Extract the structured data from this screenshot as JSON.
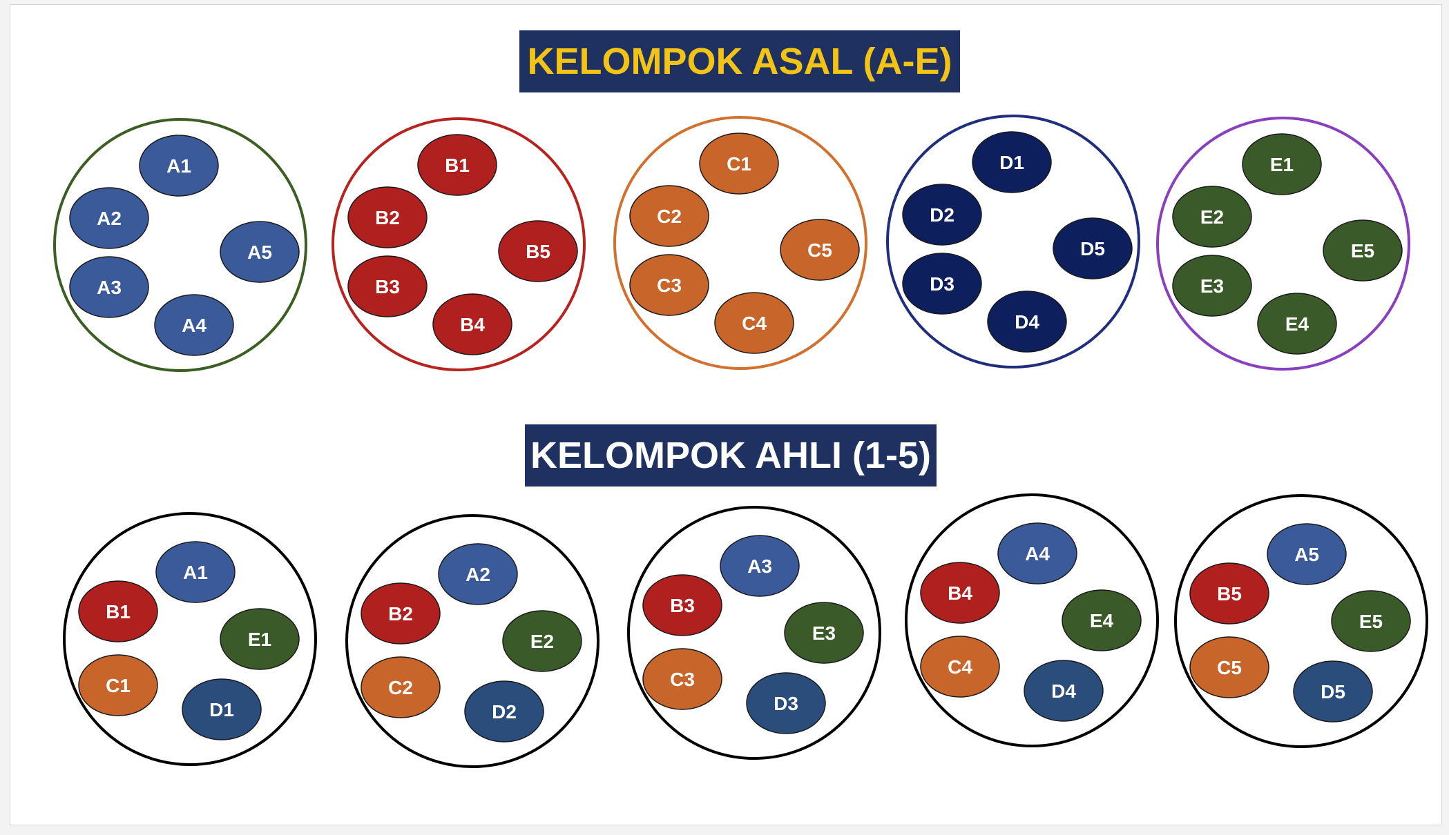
{
  "titles": {
    "asal": "KELOMPOK ASAL (A-E)",
    "ahli": "KELOMPOK AHLI (1-5)"
  },
  "colors": {
    "banner_bg": "#1f3160",
    "asal_title": "#f3c316",
    "ahli_title": "#ffffff",
    "ahli_ring": "#000000"
  },
  "series_colors": {
    "A": "#3a5a9a",
    "B": "#b0201e",
    "C": "#c8652b",
    "D": "#0d1f5c",
    "E": "#3b5a2a",
    "D_expert": "#2a4d7c"
  },
  "asal_groups": [
    {
      "ring": "#3b5e22",
      "members": [
        "A1",
        "A2",
        "A5",
        "A3",
        "A4"
      ],
      "colorKey": "A"
    },
    {
      "ring": "#b8231f",
      "members": [
        "B1",
        "B2",
        "B5",
        "B3",
        "B4"
      ],
      "colorKey": "B"
    },
    {
      "ring": "#d0712f",
      "members": [
        "C1",
        "C2",
        "C5",
        "C3",
        "C4"
      ],
      "colorKey": "C"
    },
    {
      "ring": "#1f2f7e",
      "members": [
        "D1",
        "D2",
        "D5",
        "D3",
        "D4"
      ],
      "colorKey": "D"
    },
    {
      "ring": "#8a3fbf",
      "members": [
        "E1",
        "E2",
        "E5",
        "E3",
        "E4"
      ],
      "colorKey": "E"
    }
  ],
  "ahli_groups": [
    {
      "members": [
        "A1",
        "B1",
        "E1",
        "C1",
        "D1"
      ]
    },
    {
      "members": [
        "A2",
        "B2",
        "E2",
        "C2",
        "D2"
      ]
    },
    {
      "members": [
        "A3",
        "B3",
        "E3",
        "C3",
        "D3"
      ]
    },
    {
      "members": [
        "A4",
        "B4",
        "E4",
        "C4",
        "D4"
      ]
    },
    {
      "members": [
        "A5",
        "B5",
        "E5",
        "C5",
        "D5"
      ]
    }
  ]
}
